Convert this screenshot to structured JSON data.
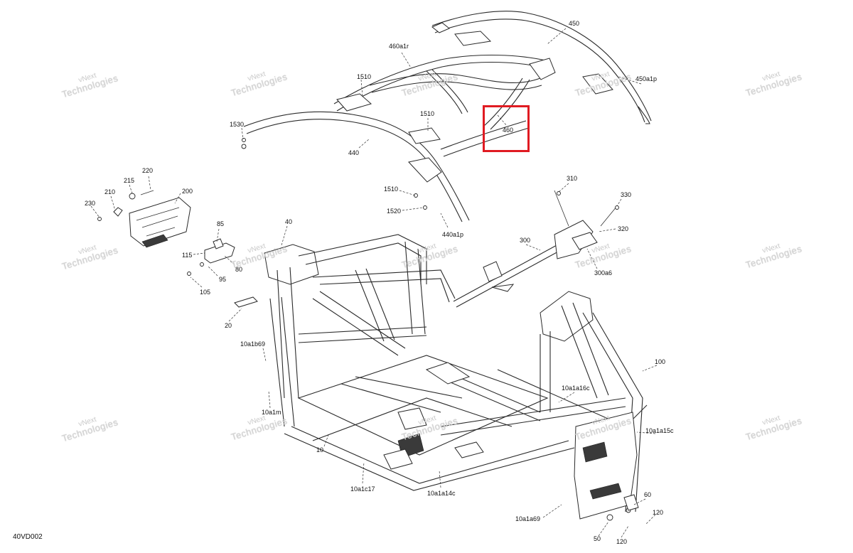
{
  "document": {
    "id": "40VD002"
  },
  "highlight": {
    "part": "460",
    "color": "#e01b22"
  },
  "watermark": {
    "line1": "vNext",
    "line2": "Technologies"
  },
  "parts": {
    "p450": "450",
    "p450a1p": "450a1p",
    "p460a1r": "460a1r",
    "p1510a": "1510",
    "p1510b": "1510",
    "p460": "460",
    "p1530": "1530",
    "p440": "440",
    "p1510c": "1510",
    "p1520": "1520",
    "p440a1p": "440a1p",
    "p220": "220",
    "p215": "215",
    "p210": "210",
    "p200": "200",
    "p230": "230",
    "p85": "85",
    "p40": "40",
    "p115": "115",
    "p80": "80",
    "p95": "95",
    "p105": "105",
    "p310": "310",
    "p330": "330",
    "p320": "320",
    "p300": "300",
    "p300a6": "300a6",
    "p20": "20",
    "p10a1b69": "10a1b69",
    "p100": "100",
    "p10a1a16c": "10a1a16c",
    "p10a1m": "10a1m",
    "p10a1a15c": "10a1a15c",
    "p10": "10",
    "p10a1c17": "10a1c17",
    "p10a1a14c": "10a1a14c",
    "p60": "60",
    "p120a": "120",
    "p10a1a69": "10a1a69",
    "p50": "50",
    "p120b": "120"
  }
}
